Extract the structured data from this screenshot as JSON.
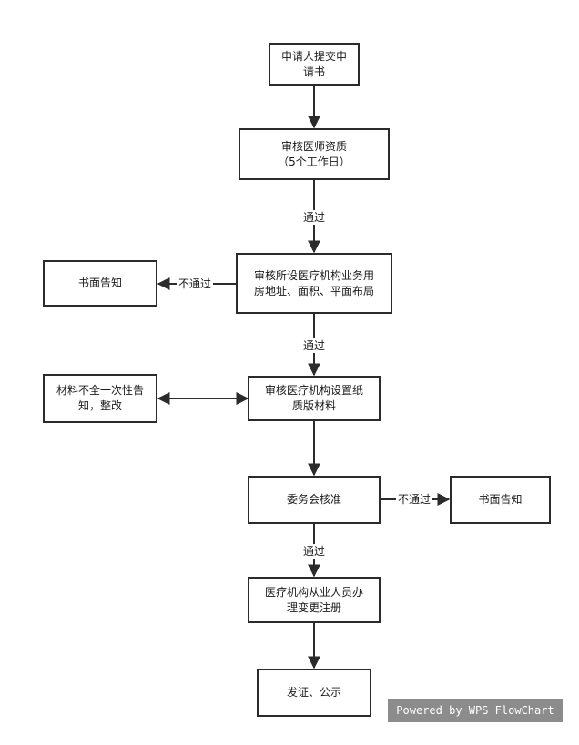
{
  "nodes": {
    "submit": {
      "lines": [
        "申请人提交申",
        "请书"
      ]
    },
    "doctor_qual": {
      "lines": [
        "审核医师资质",
        "（5个工作日）"
      ]
    },
    "premises": {
      "lines": [
        "审核所设医疗机构业务用",
        "房地址、面积、平面布局"
      ]
    },
    "notice_left": {
      "lines": [
        "书面告知"
      ]
    },
    "incomplete": {
      "lines": [
        "材料不全一次性告",
        "知，整改"
      ]
    },
    "paper_materials": {
      "lines": [
        "审核医疗机构设置纸",
        "质版材料"
      ]
    },
    "committee": {
      "lines": [
        "委务会核准"
      ]
    },
    "notice_right": {
      "lines": [
        "书面告知"
      ]
    },
    "registration": {
      "lines": [
        "医疗机构从业人员办",
        "理变更注册"
      ]
    },
    "issue": {
      "lines": [
        "发证、公示"
      ]
    }
  },
  "edge_labels": {
    "pass_1": "通过",
    "fail_1": "不通过",
    "pass_2": "通过",
    "fail_2": "不通过",
    "pass_3": "通过"
  },
  "watermark": "Powered by WPS FlowChart",
  "colors": {
    "line": "#2b2b2b",
    "watermark_bg": "#8c8c8c"
  }
}
